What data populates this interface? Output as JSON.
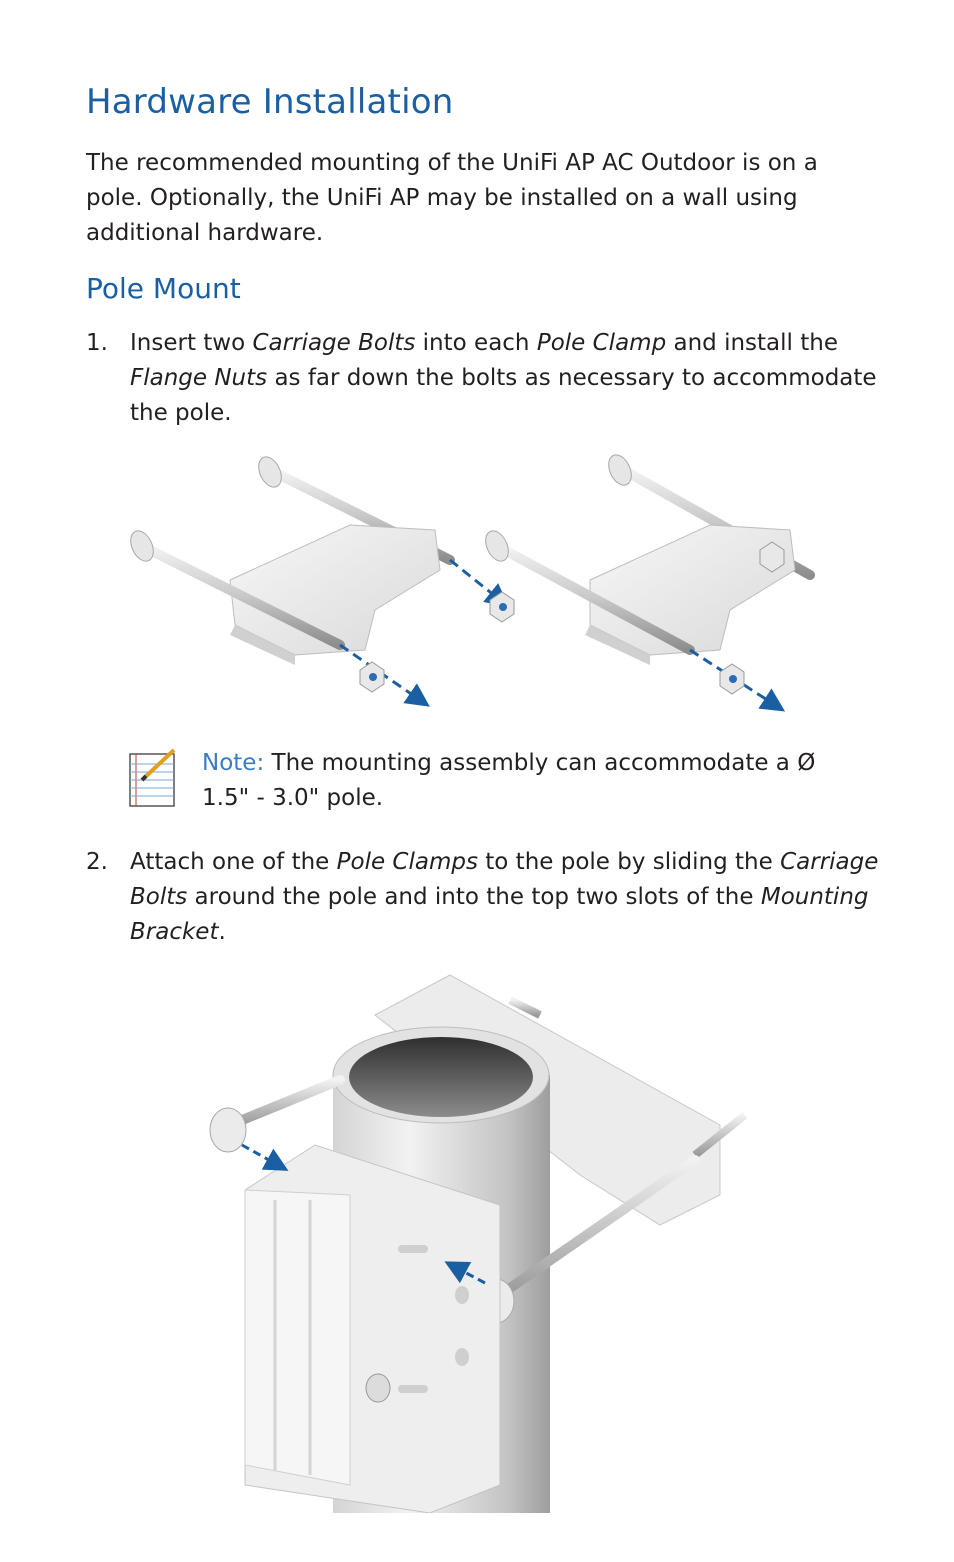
{
  "heading": "Hardware Installation",
  "intro": "The recommended mounting of the UniFi AP AC Outdoor is on a pole. Optionally, the UniFi AP may be installed on a wall using additional hardware.",
  "subheading": "Pole Mount",
  "steps": [
    {
      "num": "1.",
      "parts": [
        "Insert two ",
        "Carriage Bolts",
        " into each ",
        "Pole Clamp",
        " and install the ",
        "Flange Nuts",
        " as far down the bolts as necessary to accommodate the pole."
      ]
    },
    {
      "num": "2.",
      "parts": [
        "Attach one of the ",
        "Pole Clamps",
        " to the pole by sliding the ",
        "Carriage Bolts",
        " around the pole and into the top two slots of the ",
        "Mounting Bracket",
        "."
      ]
    }
  ],
  "note": {
    "lead": "Note:",
    "text": " The mounting assembly can accommodate a Ø 1.5\" - 3.0\" pole."
  },
  "colors": {
    "heading": "#1b5fa3",
    "note_lead": "#3b7cc4",
    "arrow": "#1b5fa3"
  }
}
